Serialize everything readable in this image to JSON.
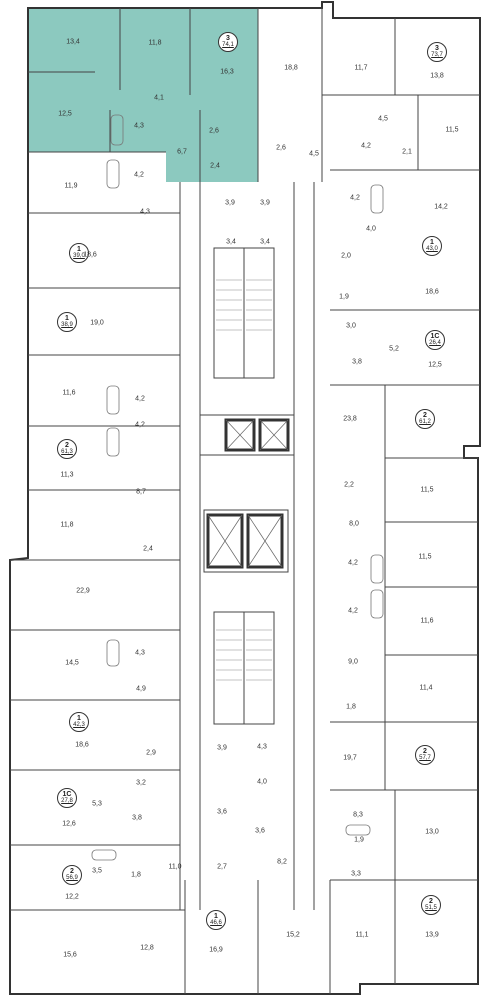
{
  "colors": {
    "highlight": "#8cc9bf",
    "wall": "#333333",
    "light_wall": "#9a9a9a"
  },
  "highlight_apartment": {
    "rooms": "3",
    "area": "74,1"
  },
  "apartments": [
    {
      "id": "a1",
      "rooms": "3",
      "area": "74,1"
    },
    {
      "id": "a2",
      "rooms": "3",
      "area": "73,7"
    },
    {
      "id": "a3",
      "rooms": "1",
      "area": "39,0"
    },
    {
      "id": "a4",
      "rooms": "1",
      "area": "43,0"
    },
    {
      "id": "a5",
      "rooms": "1",
      "area": "38,9"
    },
    {
      "id": "a6",
      "rooms": "1С",
      "area": "26,4"
    },
    {
      "id": "a7",
      "rooms": "2",
      "area": "61,2"
    },
    {
      "id": "a8",
      "rooms": "2",
      "area": "61,3"
    },
    {
      "id": "a9",
      "rooms": "1",
      "area": "42,3"
    },
    {
      "id": "a10",
      "rooms": "2",
      "area": "57,7"
    },
    {
      "id": "a11",
      "rooms": "1С",
      "area": "27,8"
    },
    {
      "id": "a12",
      "rooms": "2",
      "area": "56,9"
    },
    {
      "id": "a13",
      "rooms": "1",
      "area": "46,6"
    },
    {
      "id": "a14",
      "rooms": "2",
      "area": "51,5"
    }
  ],
  "room_areas": {
    "r1": "13,4",
    "r2": "11,8",
    "r3": "16,3",
    "r4": "18,8",
    "r5": "11,7",
    "r6": "13,8",
    "r7": "12,5",
    "r8": "4,1",
    "r9": "4,3",
    "r10": "6,7",
    "r11": "2,6",
    "r12": "2,4",
    "r13": "2,6",
    "r14": "4,5",
    "r15": "4,5",
    "r16": "4,2",
    "r17": "2,1",
    "r18": "11,5",
    "r19": "4,2",
    "r20": "11,9",
    "r21": "4,3",
    "r22": "3,9",
    "r23": "3,9",
    "r24": "3,4",
    "r25": "3,4",
    "r26": "4,2",
    "r27": "14,2",
    "r28": "4,0",
    "r29": "18,6",
    "r30": "2,0",
    "r31": "18,6",
    "r32": "1,9",
    "r33": "19,0",
    "r34": "3,0",
    "r35": "5,2",
    "r36": "3,8",
    "r37": "12,5",
    "r38": "11,6",
    "r39": "4,2",
    "r40": "23,8",
    "r41": "4,2",
    "r42": "11,3",
    "r43": "2,2",
    "r44": "8,7",
    "r45": "11,5",
    "r46": "11,8",
    "r47": "8,0",
    "r48": "2,4",
    "r49": "11,5",
    "r50": "4,2",
    "r51": "22,9",
    "r52": "4,2",
    "r53": "11,6",
    "r54": "4,3",
    "r55": "14,5",
    "r56": "9,0",
    "r57": "4,9",
    "r58": "11,4",
    "r59": "1,8",
    "r60": "18,6",
    "r61": "2,9",
    "r62": "19,7",
    "r63": "3,9",
    "r64": "4,3",
    "r65": "3,2",
    "r66": "4,0",
    "r67": "8,3",
    "r68": "5,3",
    "r69": "3,8",
    "r70": "3,6",
    "r71": "3,6",
    "r72": "13,0",
    "r73": "12,6",
    "r74": "1,9",
    "r75": "3,5",
    "r76": "1,8",
    "r77": "11,0",
    "r78": "2,7",
    "r79": "8,2",
    "r80": "3,3",
    "r81": "12,2",
    "r82": "11,1",
    "r83": "15,6",
    "r84": "12,8",
    "r85": "16,9",
    "r86": "15,2",
    "r87": "13,9"
  }
}
